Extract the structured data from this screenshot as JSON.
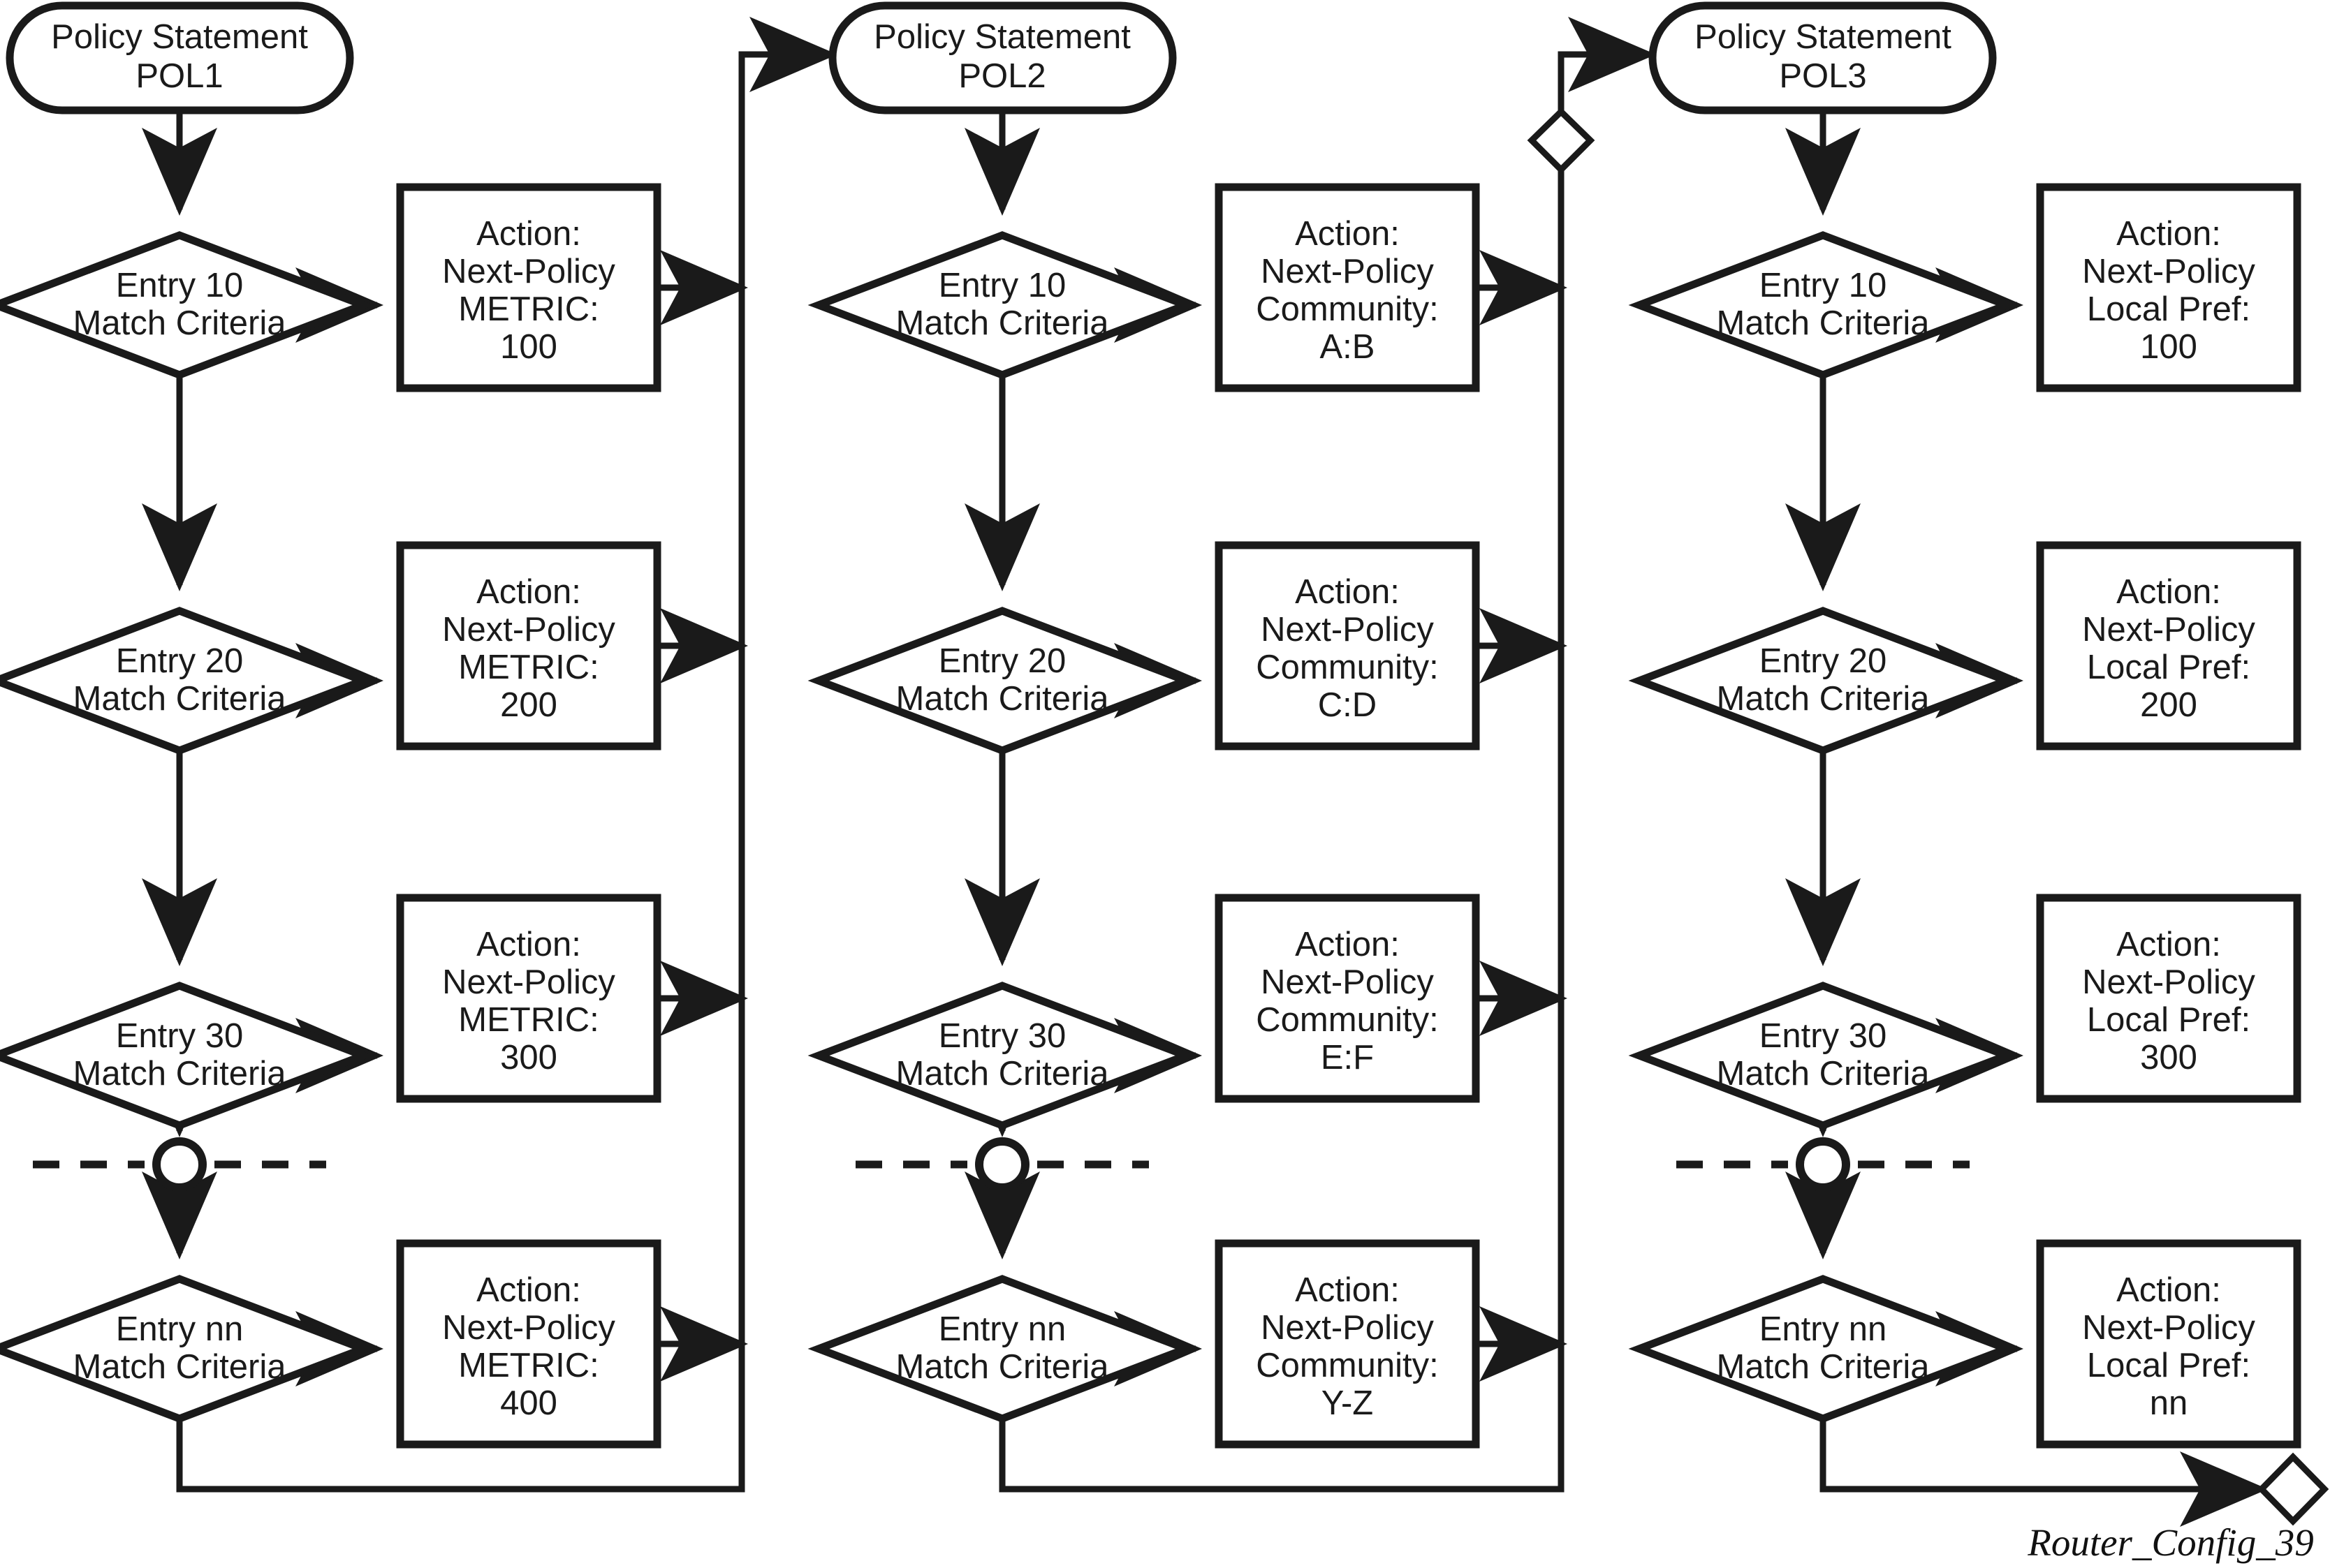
{
  "diagram": {
    "caption": "Router_Config_39",
    "stroke_color": "#1a1a1a",
    "background_color": "#ffffff",
    "entry_label_line2": "Match Criteria",
    "action_line1": "Action:",
    "action_line2": "Next-Policy"
  },
  "columns": [
    {
      "policy": {
        "line1": "Policy Statement",
        "line2": "POL1"
      },
      "rows": [
        {
          "entry": "Entry 10",
          "criteria": "Match Criteria",
          "action_attr": "METRIC:",
          "action_value": "100"
        },
        {
          "entry": "Entry 20",
          "criteria": "Match Criteria",
          "action_attr": "METRIC:",
          "action_value": "200"
        },
        {
          "entry": "Entry 30",
          "criteria": "Match Criteria",
          "action_attr": "METRIC:",
          "action_value": "300"
        },
        {
          "entry": "Entry nn",
          "criteria": "Match Criteria",
          "action_attr": "METRIC:",
          "action_value": "400"
        }
      ]
    },
    {
      "policy": {
        "line1": "Policy Statement",
        "line2": "POL2"
      },
      "rows": [
        {
          "entry": "Entry 10",
          "criteria": "Match Criteria",
          "action_attr": "Community:",
          "action_value": "A:B"
        },
        {
          "entry": "Entry 20",
          "criteria": "Match Criteria",
          "action_attr": "Community:",
          "action_value": "C:D"
        },
        {
          "entry": "Entry 30",
          "criteria": "Match Criteria",
          "action_attr": "Community:",
          "action_value": "E:F"
        },
        {
          "entry": "Entry nn",
          "criteria": "Match Criteria",
          "action_attr": "Community:",
          "action_value": "Y-Z"
        }
      ]
    },
    {
      "policy": {
        "line1": "Policy Statement",
        "line2": "POL3"
      },
      "rows": [
        {
          "entry": "Entry 10",
          "criteria": "Match Criteria",
          "action_attr": "Local Pref:",
          "action_value": "100"
        },
        {
          "entry": "Entry 20",
          "criteria": "Match Criteria",
          "action_attr": "Local Pref:",
          "action_value": "200"
        },
        {
          "entry": "Entry 30",
          "criteria": "Match Criteria",
          "action_attr": "Local Pref:",
          "action_value": "300"
        },
        {
          "entry": "Entry nn",
          "criteria": "Match Criteria",
          "action_attr": "Local Pref:",
          "action_value": "nn"
        }
      ]
    }
  ]
}
